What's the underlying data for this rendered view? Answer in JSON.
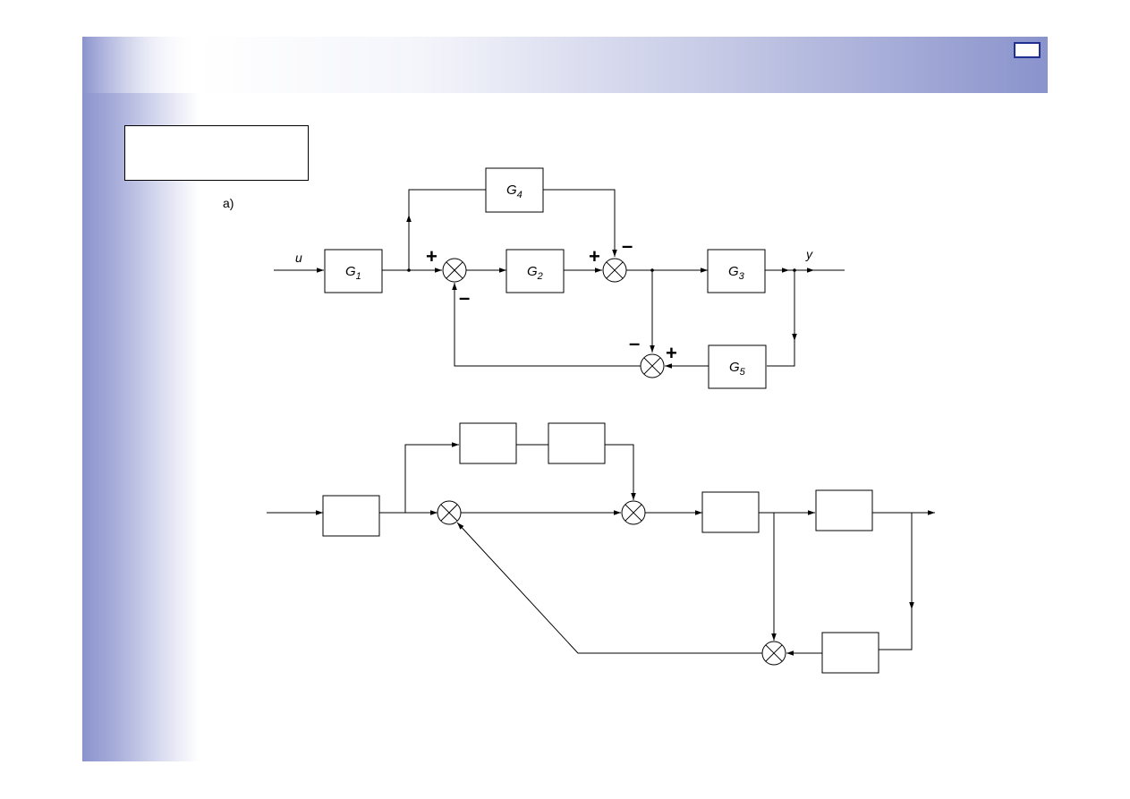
{
  "slide": {
    "part_label": "a)"
  },
  "diagram_a": {
    "input_label": "u",
    "output_label": "y",
    "blocks": [
      {
        "id": "g1",
        "label": "G",
        "sub": "1"
      },
      {
        "id": "g2",
        "label": "G",
        "sub": "2"
      },
      {
        "id": "g3",
        "label": "G",
        "sub": "3"
      },
      {
        "id": "g4",
        "label": "G",
        "sub": "4"
      },
      {
        "id": "g5",
        "label": "G",
        "sub": "5"
      }
    ],
    "signs": {
      "sum1_top_left": "+",
      "sum1_bottom": "–",
      "sum2_left": "+",
      "sum2_top": "–",
      "sum3_left": "–",
      "sum3_right": "+"
    }
  },
  "diagram_b": {
    "blocks": [
      "",
      "",
      "",
      "",
      "",
      ""
    ]
  },
  "colors": {
    "band": "#8a93cc",
    "corner_box_border": "#1f2f8f",
    "line": "#000000"
  }
}
